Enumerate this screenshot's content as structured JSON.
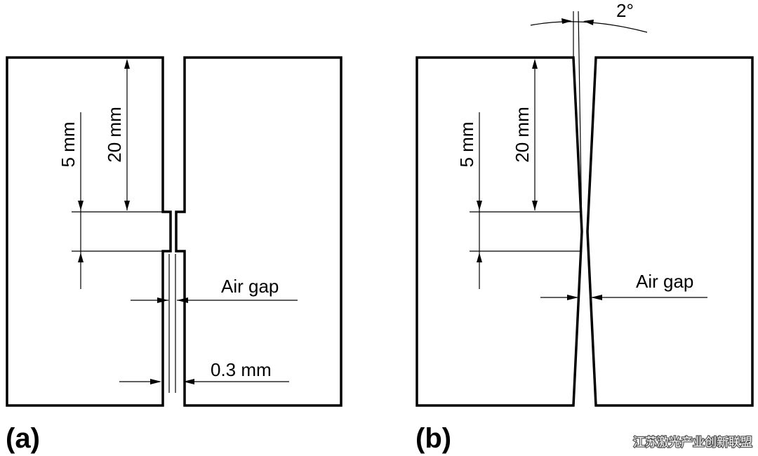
{
  "panel_a": {
    "label": "(a)",
    "dim_5mm": "5 mm",
    "dim_20mm": "20 mm",
    "air_gap": "Air gap",
    "dim_03mm": "0.3 mm"
  },
  "panel_b": {
    "label": "(b)",
    "dim_5mm": "5 mm",
    "dim_20mm": "20 mm",
    "air_gap": "Air gap",
    "angle": "2°"
  },
  "watermark": "江苏激光产业创新联盟"
}
